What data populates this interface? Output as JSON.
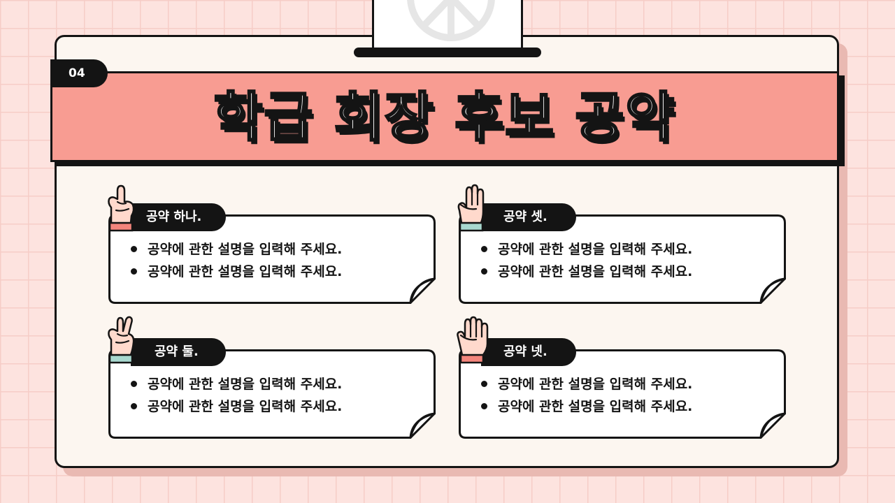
{
  "page": {
    "number": "04",
    "title": "학급 회장 후보 공약"
  },
  "colors": {
    "background": "#fde3df",
    "banner": "#f89c92",
    "board": "#fcf6f0",
    "ink": "#141414",
    "cuff_pink": "#f4857c",
    "cuff_mint": "#a8d8cf"
  },
  "ballot": {
    "icon": "peace-icon"
  },
  "pledges": [
    {
      "label": "공약 하나.",
      "hand_icon": "one-finger-hand-icon",
      "items": [
        "공약에 관한 설명을 입력해 주세요.",
        "공약에 관한 설명을 입력해 주세요."
      ]
    },
    {
      "label": "공약 셋.",
      "hand_icon": "three-finger-hand-icon",
      "items": [
        "공약에 관한 설명을 입력해 주세요.",
        "공약에 관한 설명을 입력해 주세요."
      ]
    },
    {
      "label": "공약 둘.",
      "hand_icon": "two-finger-hand-icon",
      "items": [
        "공약에 관한 설명을 입력해 주세요.",
        "공약에 관한 설명을 입력해 주세요."
      ]
    },
    {
      "label": "공약 넷.",
      "hand_icon": "four-finger-hand-icon",
      "items": [
        "공약에 관한 설명을 입력해 주세요.",
        "공약에 관한 설명을 입력해 주세요."
      ]
    }
  ]
}
